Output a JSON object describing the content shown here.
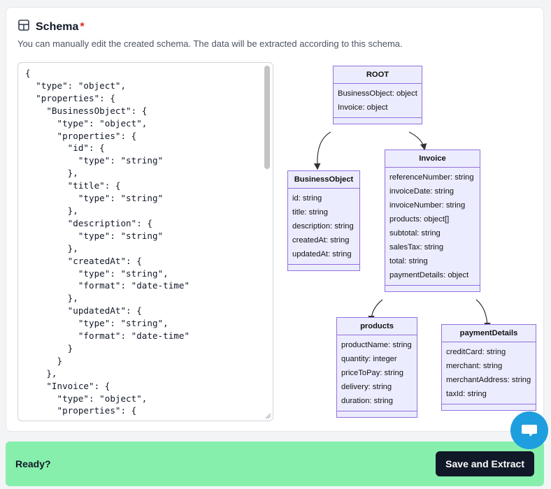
{
  "header": {
    "title": "Schema",
    "required_mark": "*",
    "description": "You can manually edit the created schema. The data will be extracted according to this schema."
  },
  "editor": {
    "code": "{\n  \"type\": \"object\",\n  \"properties\": {\n    \"BusinessObject\": {\n      \"type\": \"object\",\n      \"properties\": {\n        \"id\": {\n          \"type\": \"string\"\n        },\n        \"title\": {\n          \"type\": \"string\"\n        },\n        \"description\": {\n          \"type\": \"string\"\n        },\n        \"createdAt\": {\n          \"type\": \"string\",\n          \"format\": \"date-time\"\n        },\n        \"updatedAt\": {\n          \"type\": \"string\",\n          \"format\": \"date-time\"\n        }\n      }\n    },\n    \"Invoice\": {\n      \"type\": \"object\",\n      \"properties\": {"
  },
  "diagram": {
    "root": {
      "title": "ROOT",
      "fields": [
        "BusinessObject: object",
        "Invoice: object"
      ]
    },
    "business_object": {
      "title": "BusinessObject",
      "fields": [
        "id: string",
        "title: string",
        "description: string",
        "createdAt: string",
        "updatedAt: string"
      ]
    },
    "invoice": {
      "title": "Invoice",
      "fields": [
        "referenceNumber: string",
        "invoiceDate: string",
        "invoiceNumber: string",
        "products: object[]",
        "subtotal: string",
        "salesTax: string",
        "total: string",
        "paymentDetails: object"
      ]
    },
    "products": {
      "title": "products",
      "fields": [
        "productName: string",
        "quantity: integer",
        "priceToPay: string",
        "delivery: string",
        "duration: string"
      ]
    },
    "payment_details": {
      "title": "paymentDetails",
      "fields": [
        "creditCard: string",
        "merchant: string",
        "merchantAddress: string",
        "taxId: string"
      ]
    }
  },
  "footer": {
    "ready_label": "Ready?",
    "save_label": "Save and Extract"
  },
  "icons": {
    "schema": "layout-icon",
    "chat": "chat-icon"
  },
  "colors": {
    "footer_bg": "#86efac",
    "button_bg": "#111827",
    "node_fill": "#ececff",
    "node_border": "#9370db",
    "chat_bubble": "#1e9ede",
    "required": "#dc2626"
  }
}
